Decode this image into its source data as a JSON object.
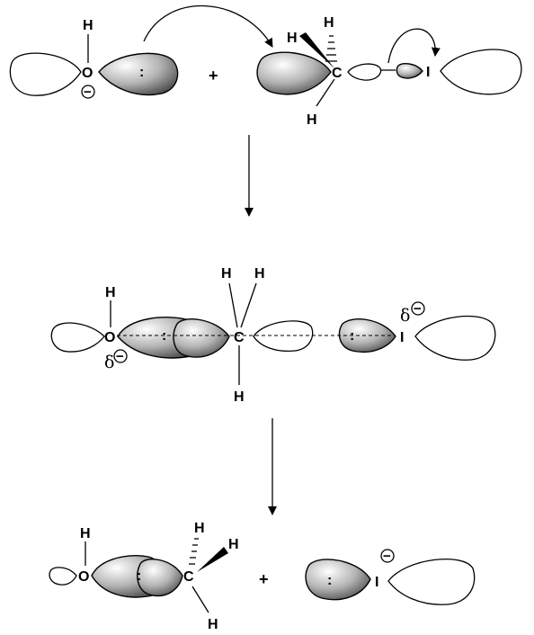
{
  "labels": {
    "H": "H",
    "O": "O",
    "C": "C",
    "I": "I",
    "plus": "+",
    "lone_pair": ":",
    "delta": "δ",
    "charge": "−"
  },
  "colors": {
    "outline": "#000000",
    "shade_light": "#ffffff",
    "shade_dark": "#3a3a3a",
    "background": "#ffffff"
  }
}
